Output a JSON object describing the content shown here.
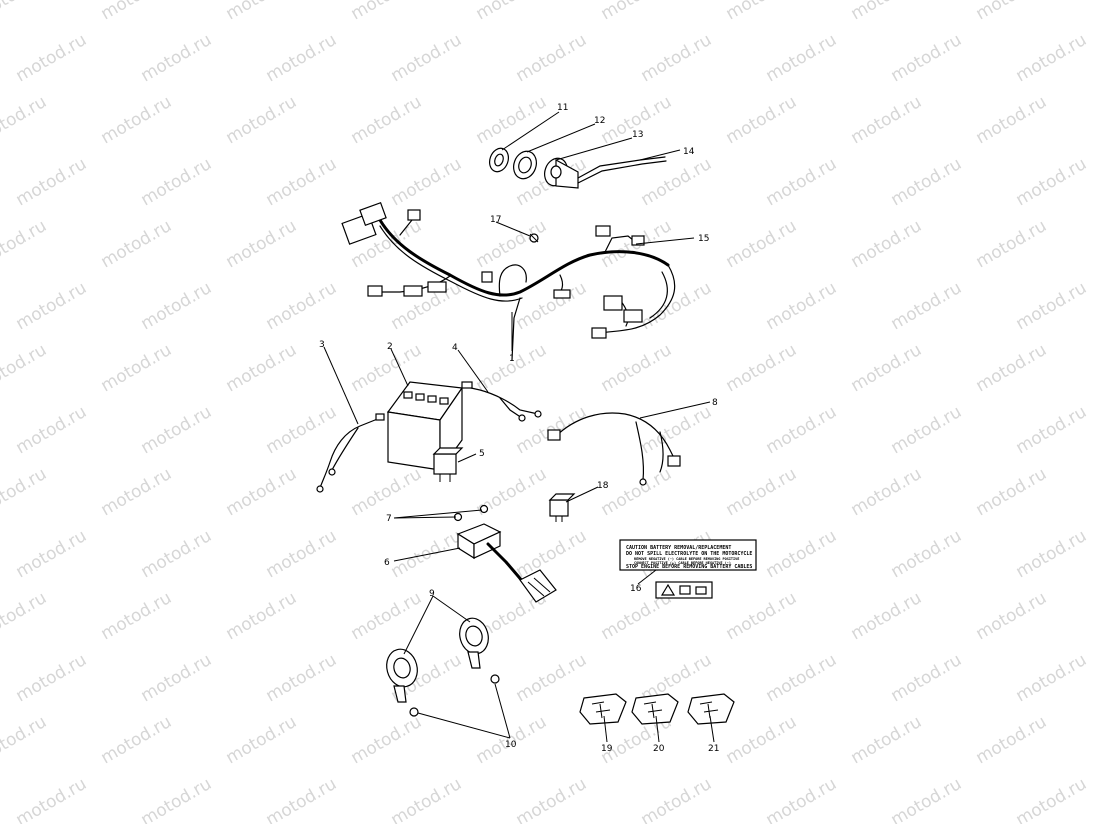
{
  "watermark": "motod.ru",
  "callouts": [
    "1",
    "2",
    "3",
    "4",
    "5",
    "6",
    "7",
    "8",
    "9",
    "10",
    "11",
    "12",
    "13",
    "14",
    "15",
    "16",
    "17",
    "18",
    "19",
    "20",
    "21"
  ],
  "label": {
    "line1": "CAUTION BATTERY REMOVAL/REPLACEMENT",
    "line2": "DO NOT SPILL ELECTROLYTE ON THE MOTORCYCLE",
    "line3": "REMOVE NEGATIVE (-) CABLE BEFORE REMOVING POSITIVE",
    "line4": "CONNECT POSITIVE (+) CABLE BEFORE NEGATIVE (-)",
    "line5": "STOP ENGINE BEFORE REMOVING BATTERY CABLES"
  }
}
